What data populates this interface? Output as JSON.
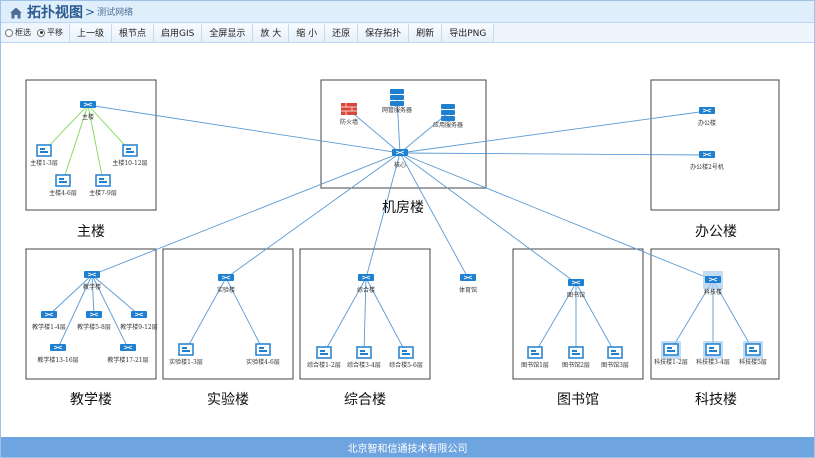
{
  "header": {
    "title": "拓扑视图",
    "separator": ">",
    "subtitle": "测试网络"
  },
  "toolbar": {
    "radios": [
      {
        "label": "框选",
        "checked": false
      },
      {
        "label": "平移",
        "checked": true
      }
    ],
    "buttons": [
      "上一级",
      "根节点",
      "启用GIS",
      "全屏显示",
      "放 大",
      "缩 小",
      "还原",
      "保存拓扑",
      "刷新",
      "导出PNG"
    ]
  },
  "zones": {
    "main": "主楼",
    "machine_room": "机房楼",
    "office": "办公楼",
    "teaching": "教学楼",
    "lab": "实验楼",
    "complex": "综合楼",
    "library": "图书馆",
    "tech": "科技楼"
  },
  "nodes": {
    "core": "核心",
    "firewall": "防火墙",
    "web_server": "网管服务器",
    "app_server": "应用服务器",
    "main_sw": "主楼",
    "main_1": "主楼1-3层",
    "main_2": "主楼4-6层",
    "main_3": "主楼7-9层",
    "main_4": "主楼10-12层",
    "office_1": "办公楼",
    "office_2": "办公楼2号机",
    "teach_sw": "教学楼",
    "teach_1": "教学楼1-4层",
    "teach_2": "教学楼5-8层",
    "teach_3": "教学楼9-12层",
    "teach_4": "教学楼13-16层",
    "teach_5": "教学楼17-21层",
    "lab_sw": "实验楼",
    "lab_1": "实验楼1-3层",
    "lab_2": "实验楼4-6层",
    "complex_sw": "综合楼",
    "complex_1": "综合楼1-2层",
    "complex_2": "综合楼3-4层",
    "complex_3": "综合楼5-6层",
    "gym": "体育馆",
    "lib_sw": "图书馆",
    "lib_1": "图书馆1层",
    "lib_2": "图书馆2层",
    "lib_3": "图书馆3层",
    "tech_sw": "科技楼",
    "tech_1": "科技楼1-2层",
    "tech_2": "科技楼3-4层",
    "tech_3": "科技楼5层"
  },
  "footer": {
    "text": "北京智和信通技术有限公司"
  },
  "colors": {
    "link": "#5b9bd5",
    "main_link": "#7ed957",
    "device": "#1f7fd1",
    "firewall": "#d9463a",
    "footer": "#6ea4e0"
  }
}
